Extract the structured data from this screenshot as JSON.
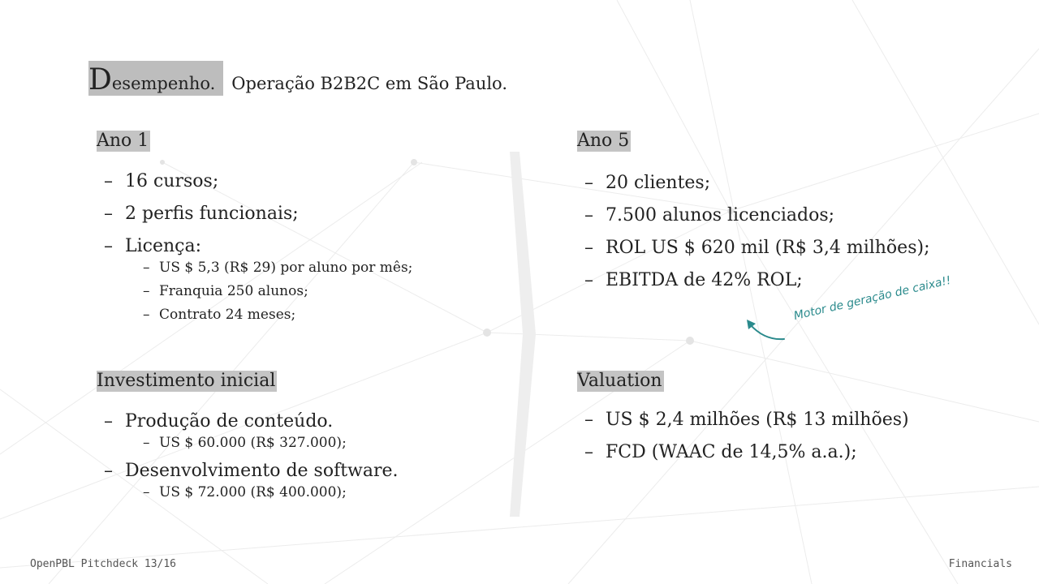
{
  "title": {
    "first_letter": "D",
    "rest": "esempenho.",
    "subtitle": "Operação B2B2C em São Paulo."
  },
  "ano1": {
    "heading": "Ano 1",
    "items": [
      {
        "label": "16 cursos;"
      },
      {
        "label": "2 perfis funcionais;"
      },
      {
        "label": "Licença:"
      }
    ],
    "licenca_sub": [
      "US $ 5,3 (R$ 29) por aluno por mês;",
      "Franquia 250 alunos;",
      "Contrato 24 meses;"
    ]
  },
  "investimento": {
    "heading": "Investimento inicial",
    "items": [
      {
        "label": "Produção de conteúdo.",
        "sub": "US $ 60.000 (R$ 327.000);"
      },
      {
        "label": "Desenvolvimento de software.",
        "sub": "US $ 72.000 (R$ 400.000);"
      }
    ]
  },
  "ano5": {
    "heading": "Ano 5",
    "items": [
      "20 clientes;",
      "7.500 alunos licenciados;",
      "ROL US $ 620 mil (R$ 3,4 milhões);",
      "EBITDA de 42% ROL;"
    ]
  },
  "annotation": {
    "text": "Motor de geração de caixa!!",
    "color": "#2a8a8c"
  },
  "valuation": {
    "heading": "Valuation",
    "items": [
      "US $ 2,4 milhões (R$ 13 milhões)",
      "FCD (WAAC de 14,5% a.a.);"
    ]
  },
  "footer": {
    "left": "OpenPBL Pitchdeck 13/16",
    "right": "Financials"
  },
  "colors": {
    "highlight": "#c4c4c4",
    "text": "#222222",
    "accent": "#2a8a8c"
  }
}
